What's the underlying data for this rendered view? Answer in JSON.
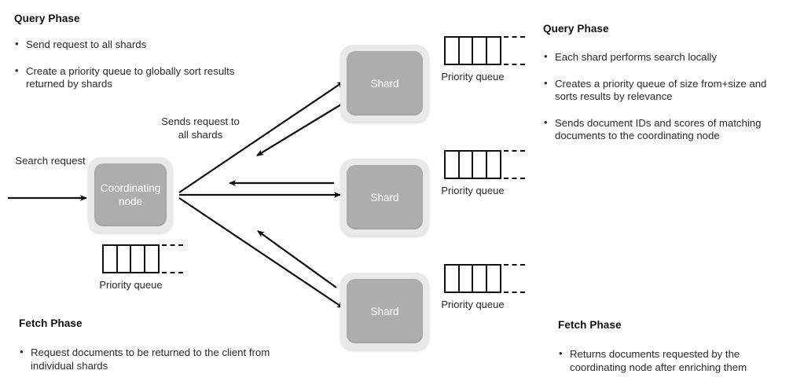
{
  "left_panel": {
    "query": {
      "title": "Query Phase",
      "bullets": [
        "Send request to all shards",
        "Create a priority queue to globally sort results returned by shards"
      ]
    },
    "fetch": {
      "title": "Fetch Phase",
      "bullets": [
        "Request documents to be returned to the client from individual shards"
      ]
    }
  },
  "right_panel": {
    "query": {
      "title": "Query Phase",
      "bullets": [
        "Each shard performs search locally",
        "Creates a priority queue of size from+size and sorts results by relevance",
        "Sends document IDs and scores of matching documents to the coordinating node"
      ]
    },
    "fetch": {
      "title": "Fetch Phase",
      "bullets": [
        "Returns documents requested by the coordinating node after enriching them"
      ]
    }
  },
  "diagram": {
    "coordinating_node_label": "Coordinating node",
    "shard_label": "Shard",
    "priority_queue_label": "Priority queue",
    "search_request_label": "Search request",
    "sends_request_label": "Sends request to all shards",
    "shards": [
      {
        "label": "Shard"
      },
      {
        "label": "Shard"
      },
      {
        "label": "Shard"
      }
    ],
    "queues": [
      {
        "label": "Priority queue",
        "cells": 4
      },
      {
        "label": "Priority queue",
        "cells": 4
      },
      {
        "label": "Priority queue",
        "cells": 4
      },
      {
        "label": "Priority queue",
        "cells": 4
      }
    ],
    "colors": {
      "node_outer": "#e9e9e9",
      "node_inner": "#adadad",
      "node_text": "#ffffff",
      "arrow": "#111111",
      "text": "#2a2a2a",
      "background": "#ffffff"
    }
  }
}
